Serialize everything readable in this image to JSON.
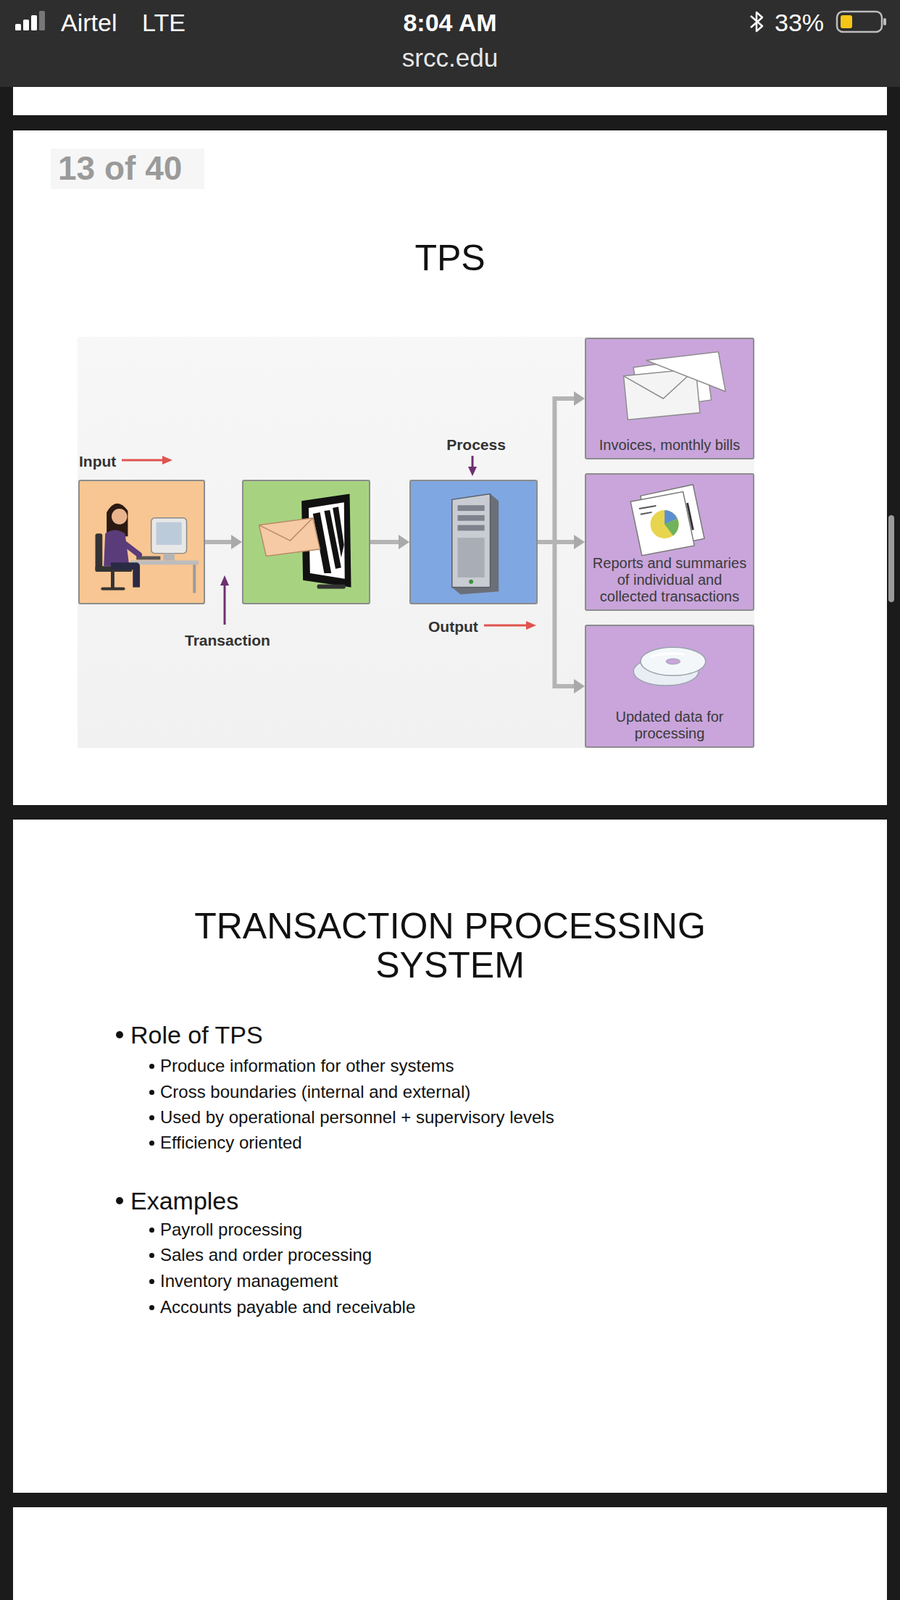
{
  "diagram": {
    "title": "TPS",
    "nodes": [
      {
        "text": [
          "Input"
        ]
      },
      {
        "text": [
          "Transaction"
        ]
      },
      {
        "text": [
          "Process",
          "Output"
        ]
      },
      {
        "text": [
          "Invoices, monthly bills"
        ]
      },
      {
        "text": [
          "Reports and summaries of individual and collected transactions"
        ]
      },
      {
        "text": [
          "Updated data for processing"
        ]
      }
    ],
    "edges": [
      {
        "from": 0,
        "to": 1,
        "arrow": "to"
      },
      {
        "from": 1,
        "to": 2,
        "arrow": "to"
      },
      {
        "from": 2,
        "to": 3,
        "arrow": "to"
      },
      {
        "from": 2,
        "to": 4,
        "arrow": "to"
      },
      {
        "from": 2,
        "to": 5,
        "arrow": "to"
      }
    ],
    "labels": [
      "Airtel",
      "LTE",
      "8:04 AM",
      "srcc.edu",
      "33%",
      "13 of 40",
      "TRANSACTION PROCESSING SYSTEM",
      "Role of TPS",
      "Produce information for other systems",
      "Cross boundaries (internal and external)",
      "Used by operational personnel + supervisory levels",
      "Efficiency oriented",
      "Examples",
      "Payroll processing",
      "Sales and order processing",
      "Inventory management",
      "Accounts payable and receivable"
    ]
  }
}
